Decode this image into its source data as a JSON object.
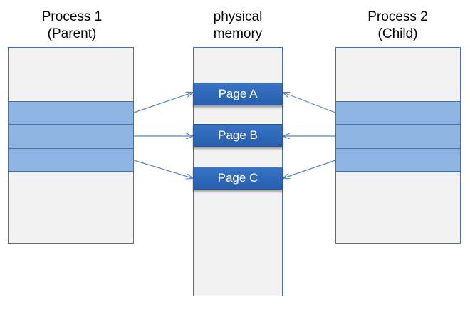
{
  "process1": {
    "title_line1": "Process 1",
    "title_line2": "(Parent)"
  },
  "memory": {
    "title_line1": "physical",
    "title_line2": "memory"
  },
  "process2": {
    "title_line1": "Process 2",
    "title_line2": "(Child)"
  },
  "pages": [
    {
      "label": "Page A"
    },
    {
      "label": "Page B"
    },
    {
      "label": "Page C"
    }
  ],
  "colors": {
    "box_fill": "#f2f2f2",
    "box_border": "#4a6fa5",
    "row_fill": "#8eb4e3",
    "page_fill": "#2e66b5",
    "arrow": "#5b84c4"
  }
}
